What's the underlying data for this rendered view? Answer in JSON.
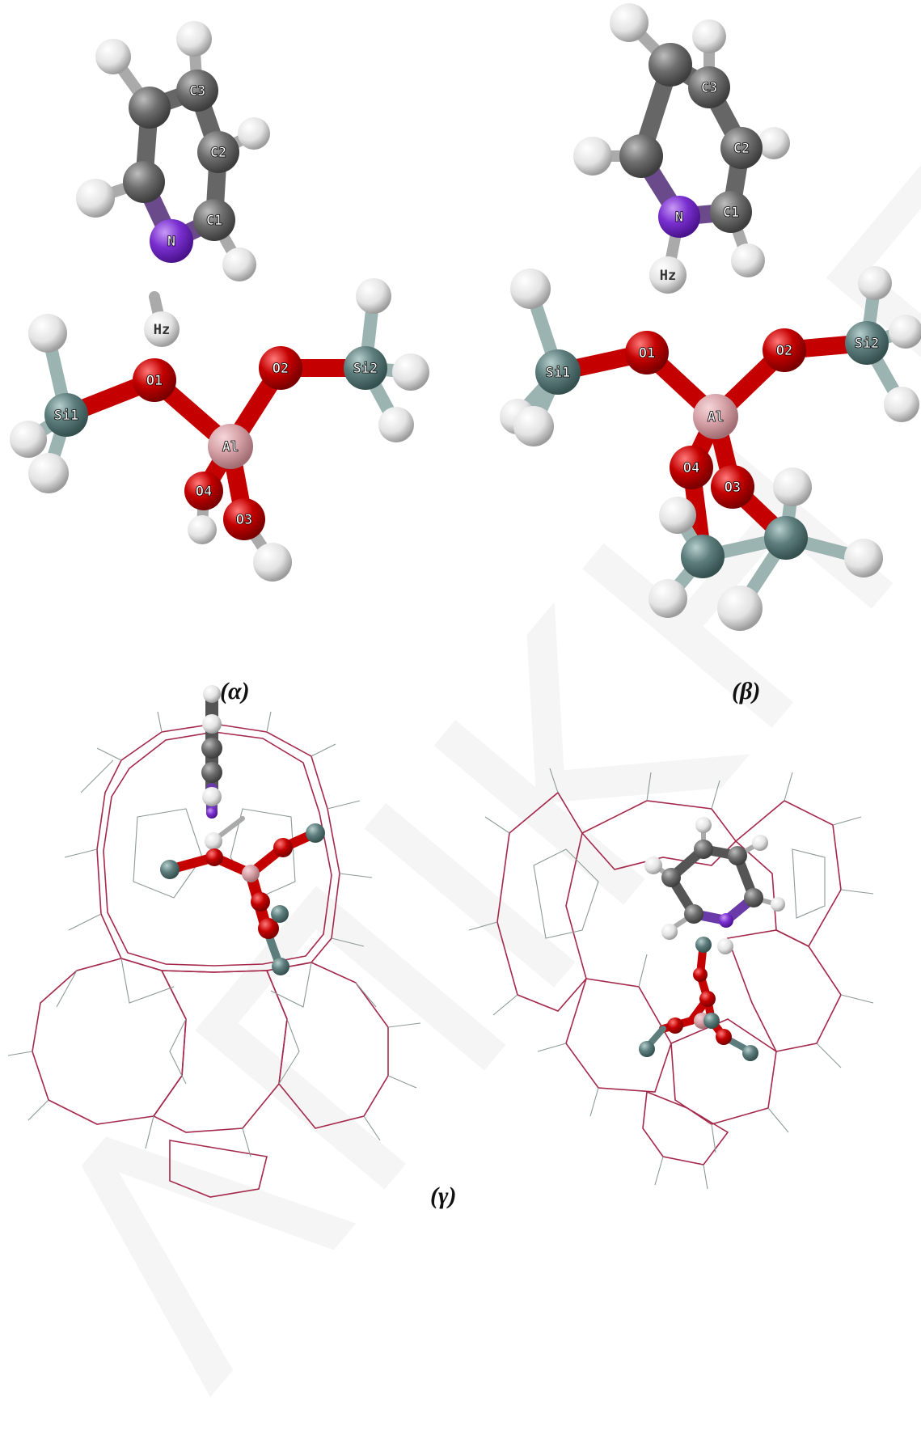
{
  "captions": {
    "a": "(α)",
    "b": "(β)",
    "g": "(γ)"
  },
  "watermark": "ΛΠΙΚΗ Π. ΚΝ",
  "colors": {
    "carbon": "#5c5c5c",
    "hydrogen": "#e6e6e6",
    "nitrogen": "#7a2fd0",
    "oxygen": "#c40000",
    "silicon": "#5d7d7c",
    "aluminum": "#d7a3a8",
    "framework_o": "#a4284a",
    "framework_si": "#6f7f7b"
  },
  "labels": {
    "a": {
      "C3": "C3",
      "C2": "C2",
      "C1": "C1",
      "N": "N",
      "Hz": "Hz",
      "O1": "O1",
      "O2": "O2",
      "Si1": "Si1",
      "Si2": "Si2",
      "Al": "Al",
      "O4": "O4",
      "O3": "O3"
    },
    "b": {
      "C3": "C3",
      "C2": "C2",
      "C1": "C1",
      "N": "N",
      "Hz": "Hz",
      "O1": "O1",
      "O2": "O2",
      "Si1": "Si1",
      "Si2": "Si2",
      "Al": "Al",
      "O4": "O4",
      "O3": "O3"
    }
  }
}
